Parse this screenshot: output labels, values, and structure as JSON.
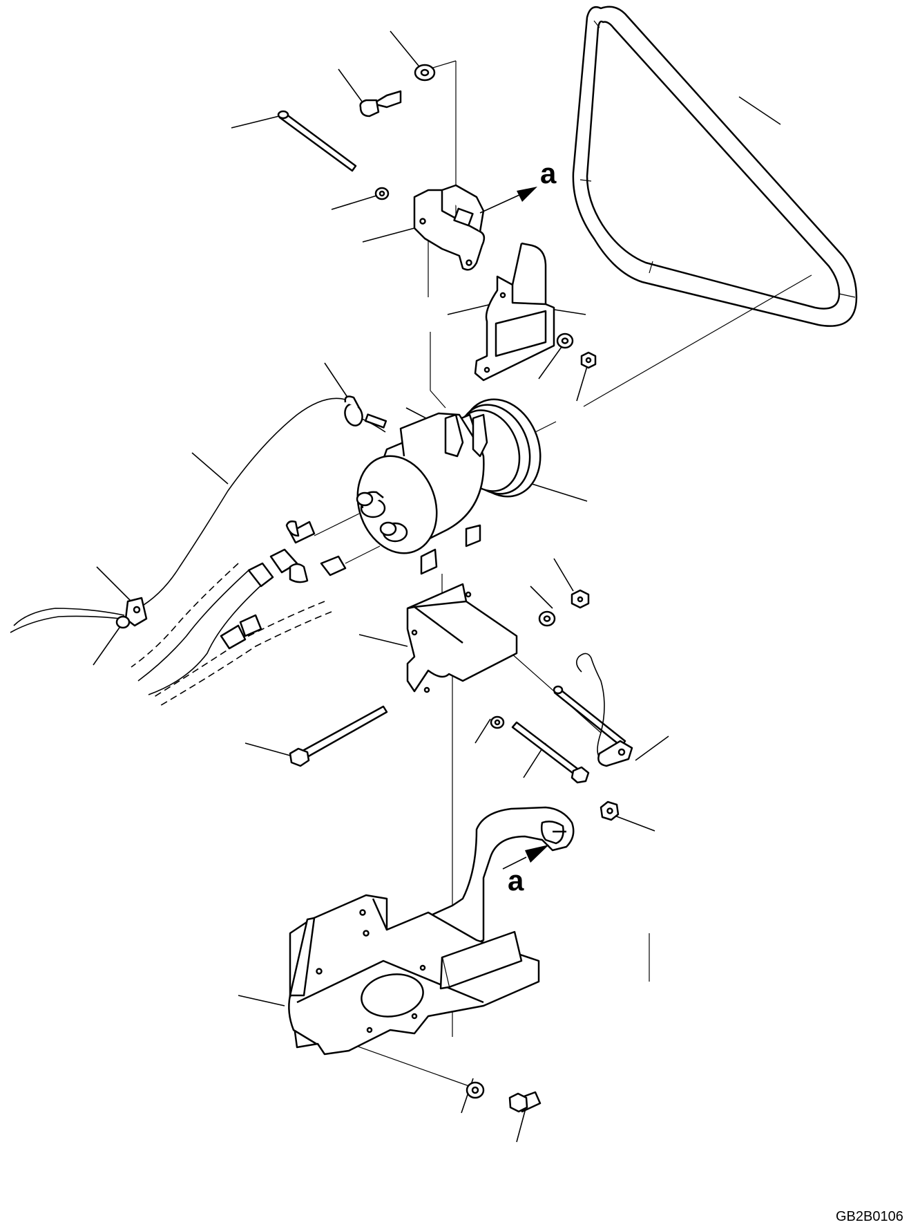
{
  "diagram": {
    "arrow_label_upper": "a",
    "arrow_label_lower": "a",
    "drawing_code": "GB2B0106"
  }
}
